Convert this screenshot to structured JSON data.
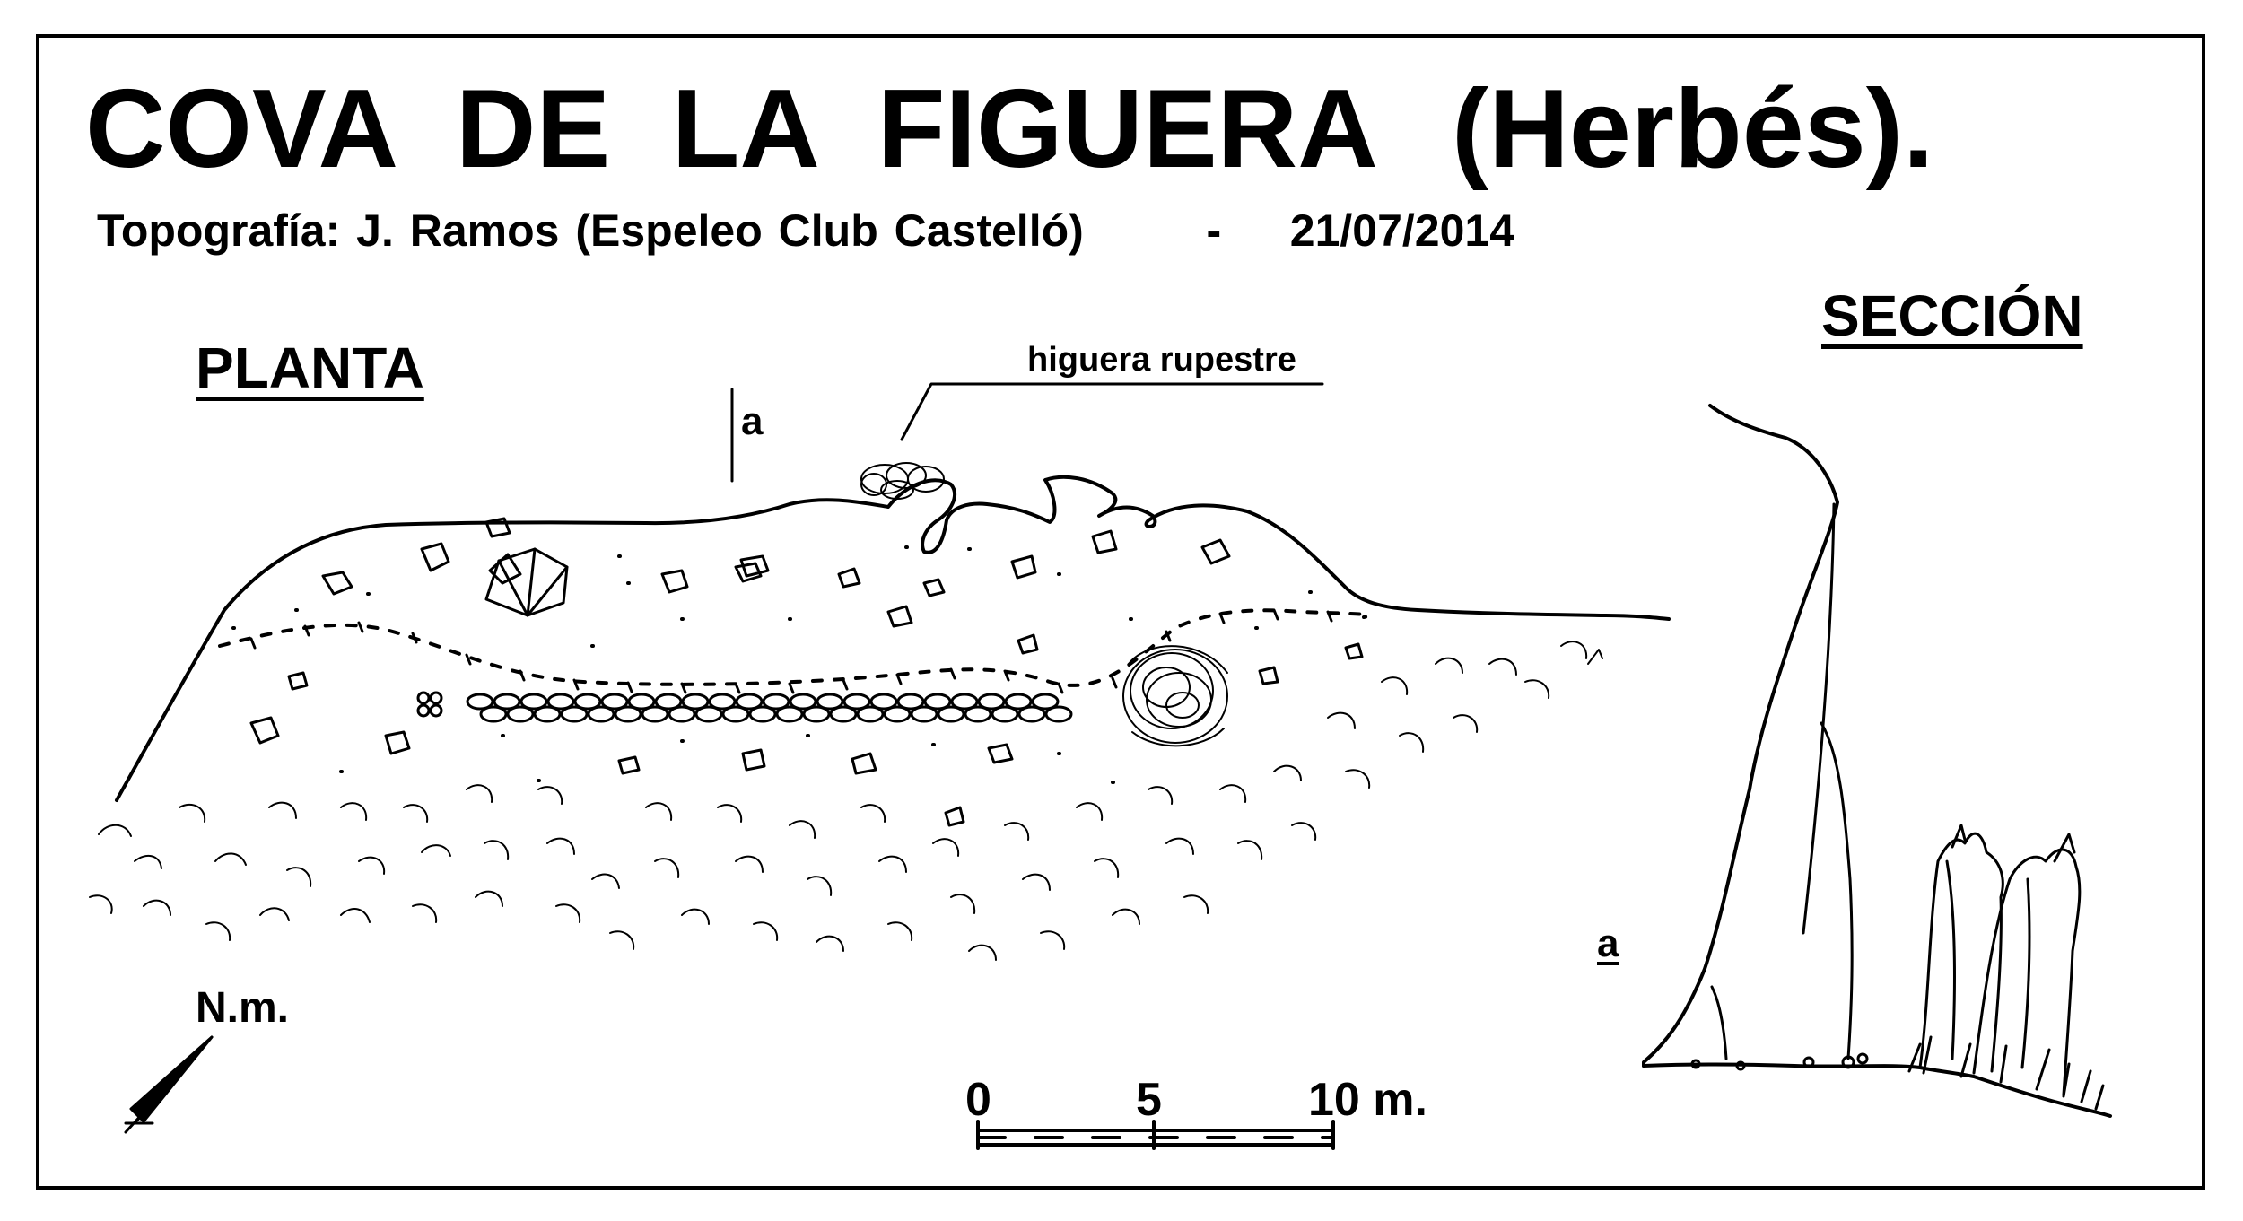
{
  "title": {
    "name": "COVA  DE  LA  FIGUERA",
    "location": "(Herbés)."
  },
  "credits": {
    "author": "Topografía:  J. Ramos  (Espeleo Club Castelló)",
    "separator": "-",
    "date": "21/07/2014"
  },
  "plan": {
    "heading": "PLANTA",
    "fig_label": "higuera rupestre",
    "section_marker": "a"
  },
  "section": {
    "heading": "SECCIÓN",
    "marker": "a"
  },
  "north": {
    "label": "N.m.",
    "icon": "north-arrow-icon"
  },
  "scale": {
    "ticks": [
      "0",
      "5",
      "10 m."
    ]
  },
  "colors": {
    "ink": "#000000",
    "paper": "#ffffff"
  }
}
